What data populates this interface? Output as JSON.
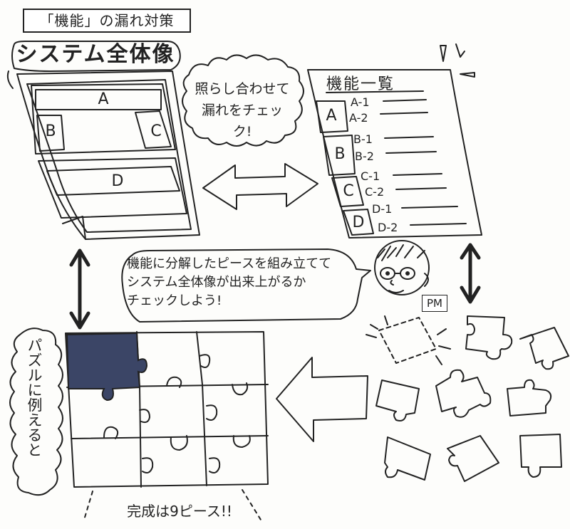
{
  "header": {
    "label": "「機能」の漏れ対策"
  },
  "system_overview": {
    "title": "システム全体像",
    "blocks": [
      {
        "id": "A",
        "label": "A"
      },
      {
        "id": "B",
        "label": "B"
      },
      {
        "id": "C",
        "label": "C"
      },
      {
        "id": "D",
        "label": "D"
      }
    ]
  },
  "check_bubble": {
    "line1": "照らし合わせて",
    "line2": "漏れをチェック!"
  },
  "function_list": {
    "title": "機能一覧",
    "groups": [
      {
        "label": "A",
        "items": [
          "A-1",
          "A-2"
        ]
      },
      {
        "label": "B",
        "items": [
          "B-1",
          "B-2"
        ]
      },
      {
        "label": "C",
        "items": [
          "C-1",
          "C-2"
        ]
      },
      {
        "label": "D",
        "items": [
          "D-1",
          "D-2"
        ]
      }
    ]
  },
  "pm_speech": {
    "line1": "機能に分解したピースを組み立てて",
    "line2": "システム全体像が出来上がるか",
    "line3": "チェックしよう!"
  },
  "pm_character": {
    "tag": "PM"
  },
  "puzzle_analogy": {
    "label": "パズルに例えると",
    "grid_rows": 3,
    "grid_cols": 3,
    "filled_piece_color": "#3b4566",
    "completion_text": "完成は9ピース!!"
  },
  "colors": {
    "ink": "#1c1c1c",
    "paper": "#fdfdfb",
    "navy_piece": "#3b4566"
  }
}
